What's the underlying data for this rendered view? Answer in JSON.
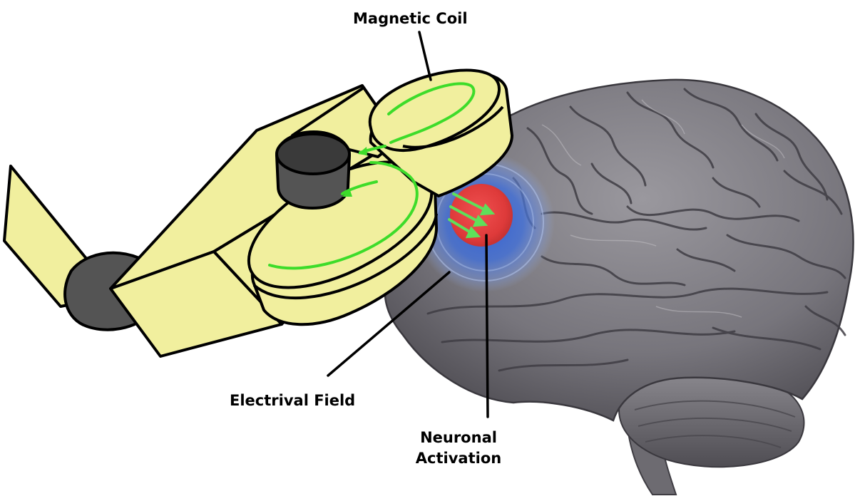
{
  "labels": {
    "magnetic_coil": "Magnetic Coil",
    "electrical_field": "Electrival Field",
    "neuronal_activation_line1": "Neuronal",
    "neuronal_activation_line2": "Activation"
  },
  "colors": {
    "coil_body": "#f1ef9e",
    "coil_outline": "#000000",
    "coil_knob": "#545454",
    "field_arrows": "#3ddc2a",
    "field_glow": "#3d6fe0",
    "activation": "#e44040",
    "brain": "#7b7980"
  }
}
